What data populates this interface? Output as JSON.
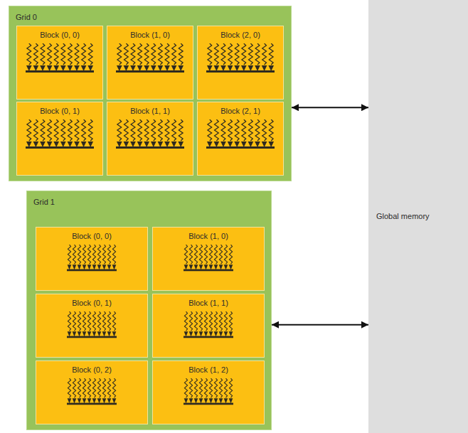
{
  "diagram": {
    "nodes": [
      {
        "text": [
          "Grid 0"
        ]
      },
      {
        "text": [
          "Block (0, 0)"
        ],
        "in": 0
      },
      {
        "text": [
          "Block (1, 0)"
        ],
        "in": 0
      },
      {
        "text": [
          "Block (2, 0)"
        ],
        "in": 0
      },
      {
        "text": [
          "Block (0, 1)"
        ],
        "in": 0
      },
      {
        "text": [
          "Block (1, 1)"
        ],
        "in": 0
      },
      {
        "text": [
          "Block (2, 1)"
        ],
        "in": 0
      },
      {
        "text": [
          "Grid 1"
        ]
      },
      {
        "text": [
          "Block (0, 0)"
        ],
        "in": 7
      },
      {
        "text": [
          "Block (1, 0)"
        ],
        "in": 7
      },
      {
        "text": [
          "Block (0, 1)"
        ],
        "in": 7
      },
      {
        "text": [
          "Block (1, 1)"
        ],
        "in": 7
      },
      {
        "text": [
          "Block (0, 2)"
        ],
        "in": 7
      },
      {
        "text": [
          "Block (1, 2)"
        ],
        "in": 7
      },
      {
        "text": [
          "Global memory"
        ]
      }
    ],
    "edges": [
      {
        "from": 0,
        "to": 14,
        "arrow": "both"
      },
      {
        "from": 7,
        "to": 14,
        "arrow": "both"
      }
    ]
  }
}
